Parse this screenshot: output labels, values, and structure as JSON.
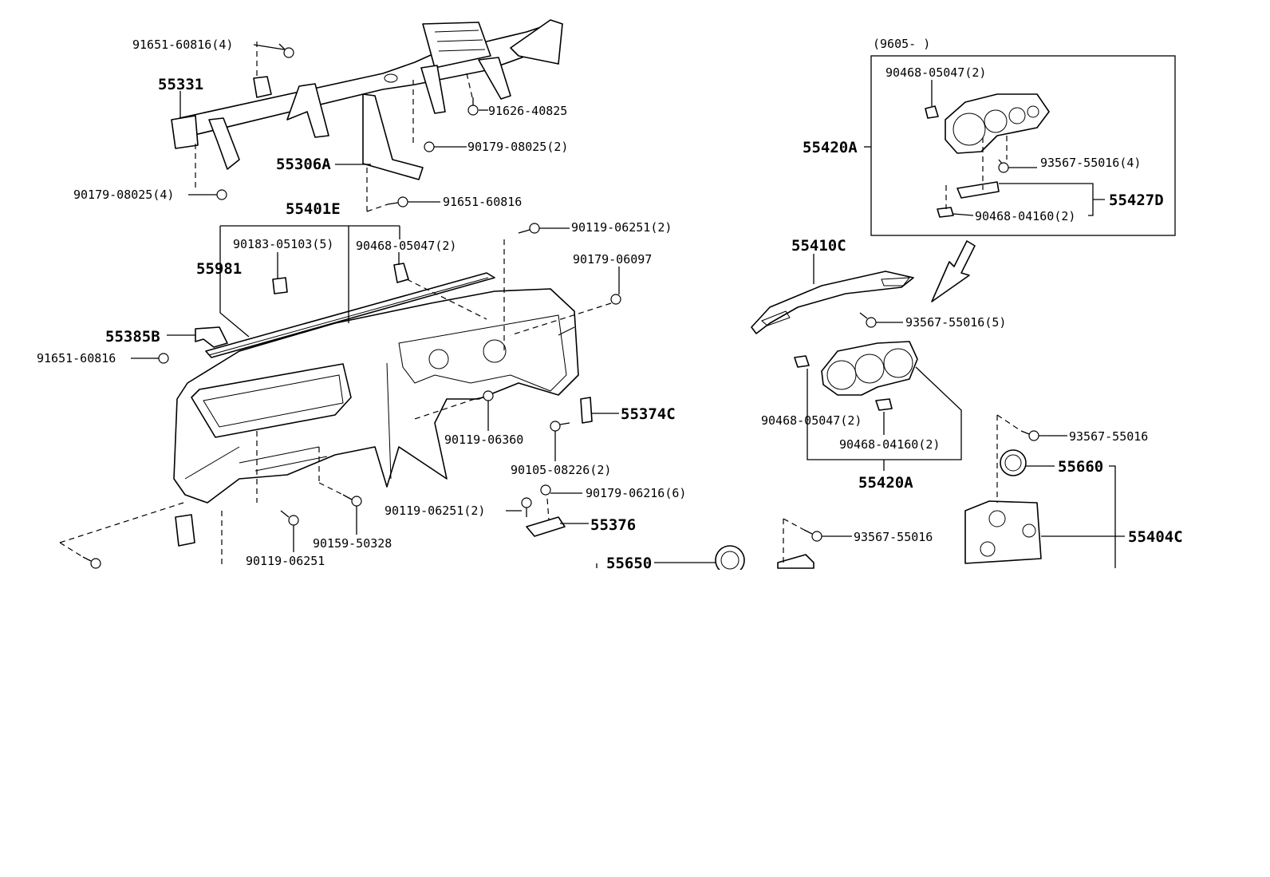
{
  "diagram": {
    "background": "#ffffff",
    "ink": "#000000",
    "inset_note": "(9605-      )",
    "labels": [
      "91651-60816(4)",
      "55331",
      "91626-40825",
      "90179-08025(2)",
      "55306A",
      "90179-08025(4)",
      "91651-60816",
      "55401E",
      "90183-05103(5)",
      "90468-05047(2)",
      "55981",
      "90119-06251(2)",
      "90179-06097",
      "55385B",
      "91651-60816",
      "55374C",
      "90119-06360",
      "90105-08226(2)",
      "90179-06216(6)",
      "90119-06251(2)",
      "55376",
      "90159-50328",
      "90119-06251",
      "55650",
      "90468-05047(2)",
      "55420A",
      "93567-55016(4)",
      "55427D",
      "90468-04160(2)",
      "55410C",
      "93567-55016(5)",
      "90468-05047(2)",
      "90468-04160(2)",
      "55420A",
      "93567-55016",
      "55660",
      "93567-55016",
      "55404C"
    ]
  }
}
